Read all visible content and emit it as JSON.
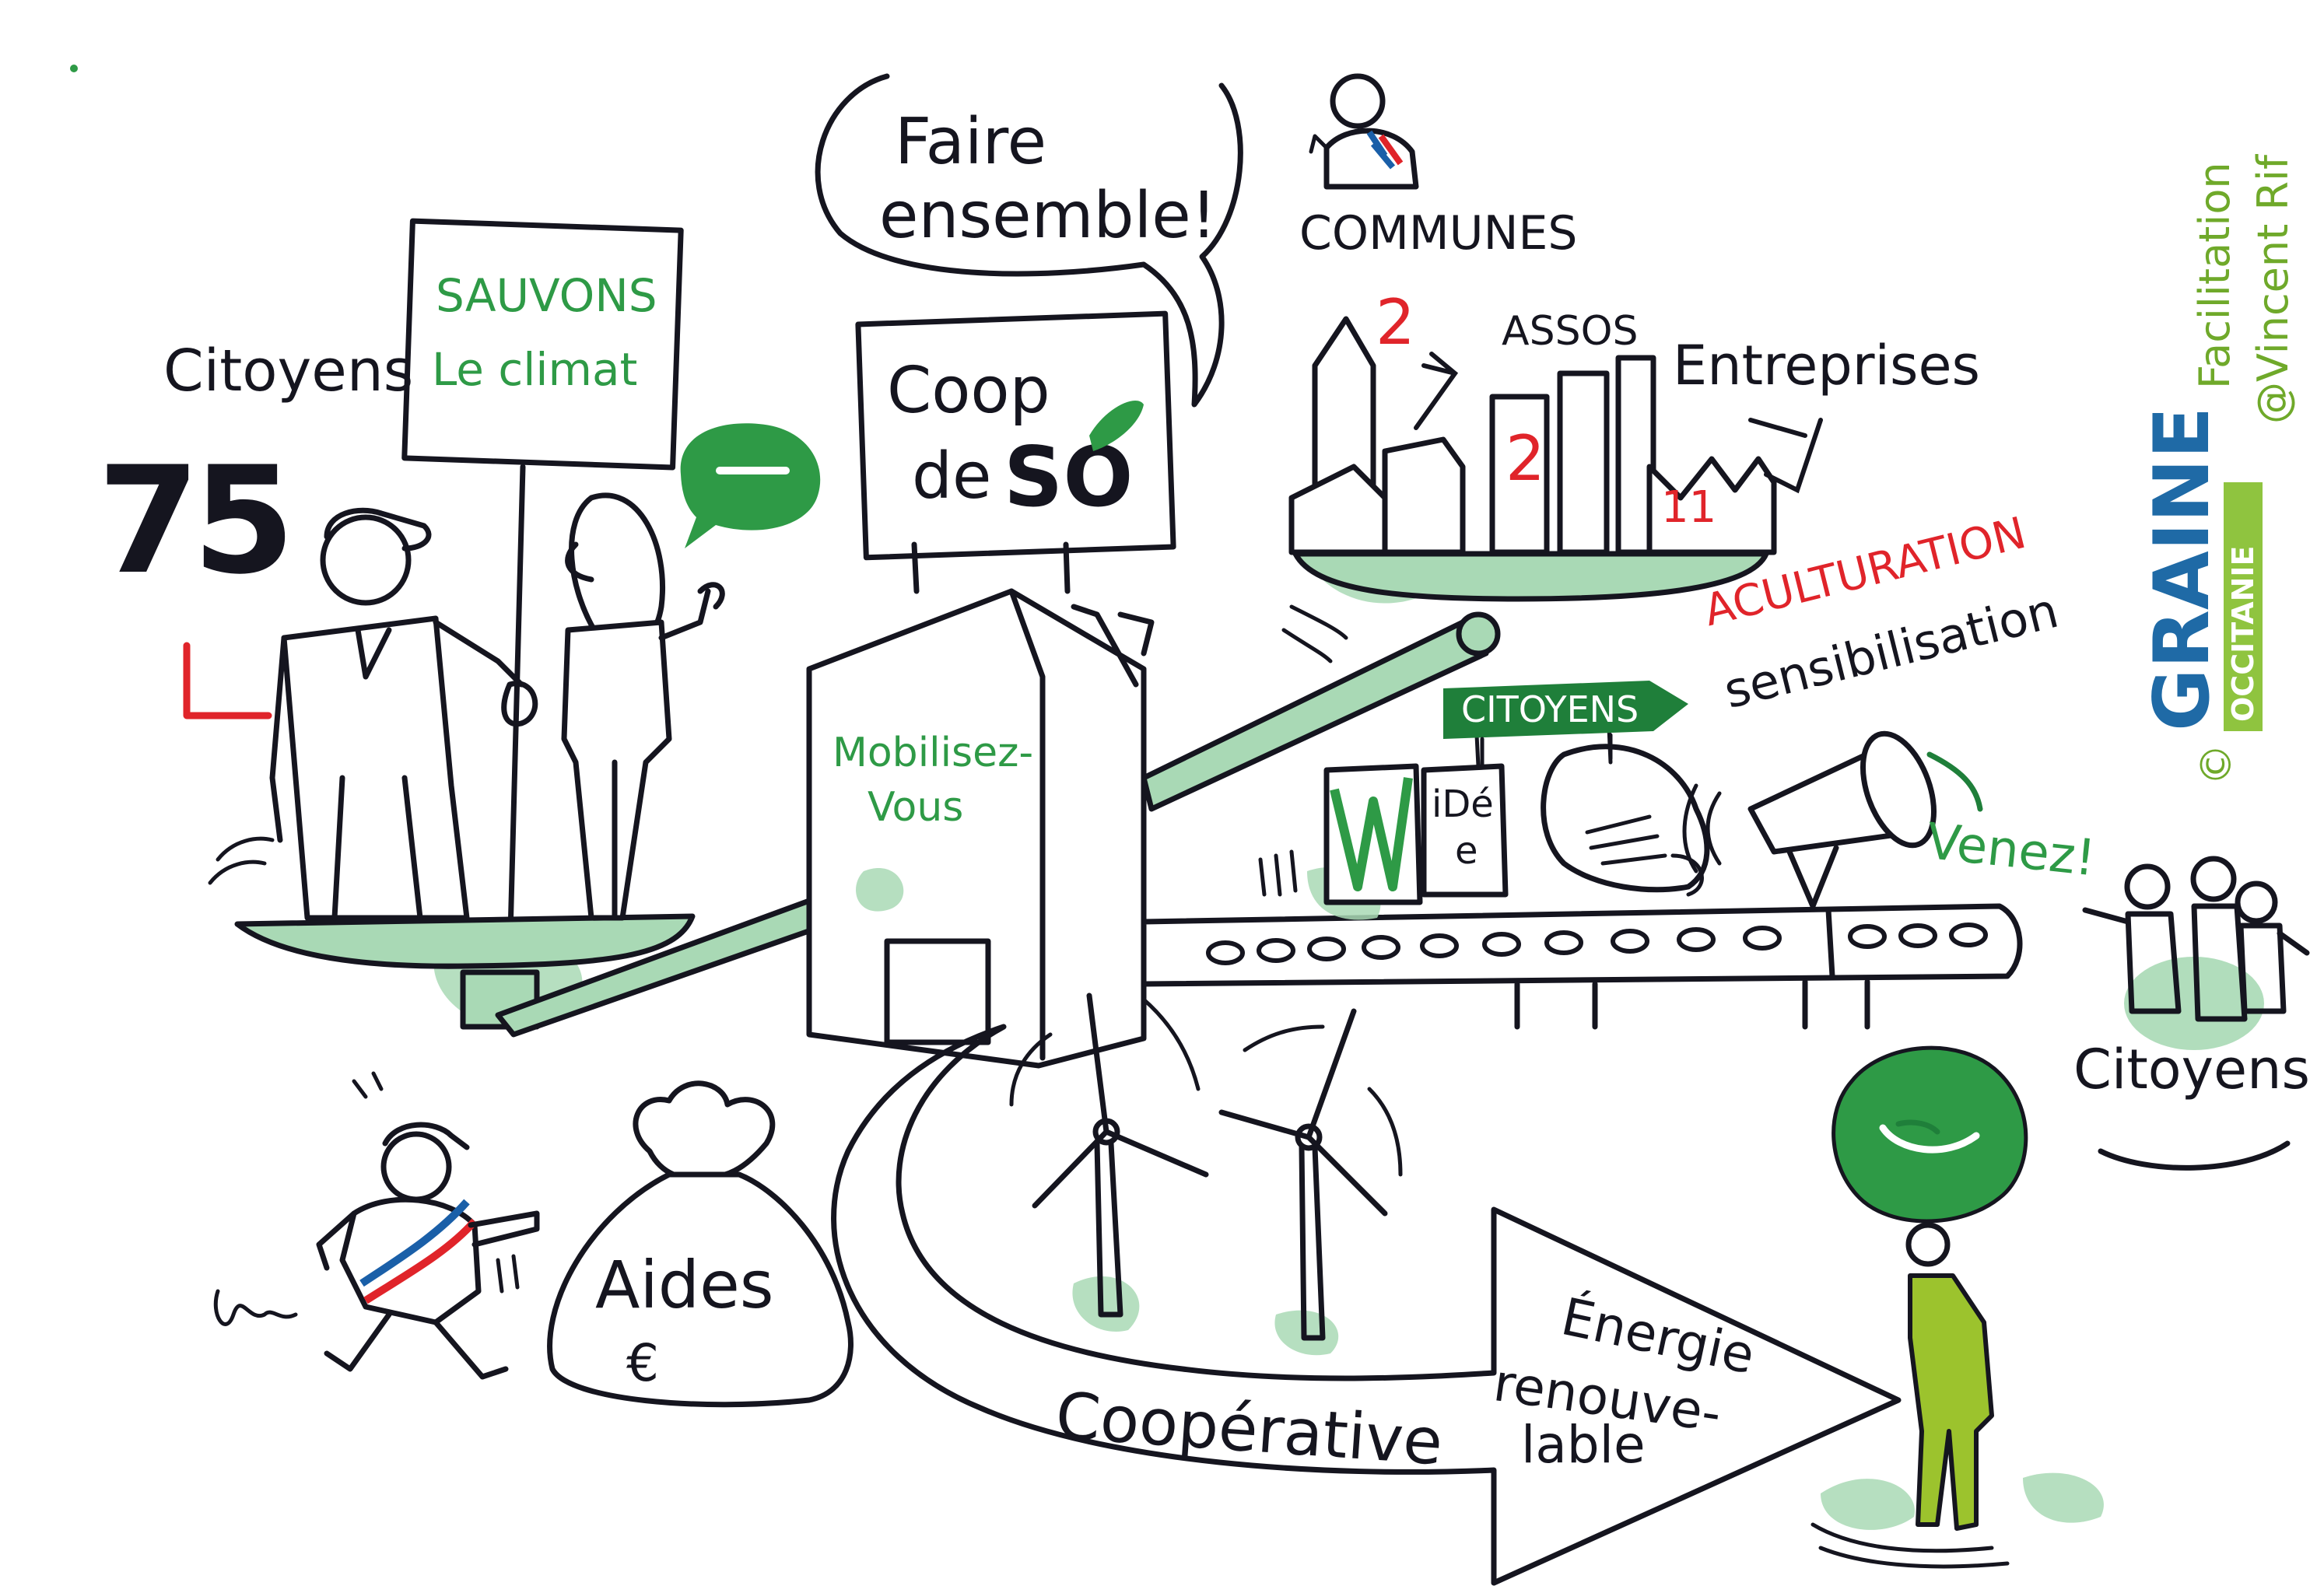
{
  "speech": {
    "line1": "Faire",
    "line2": "ensemble!"
  },
  "sign_protest": {
    "line1": "SAUVONS",
    "line2": "Le climat"
  },
  "sign_coop": {
    "line1": "Coop",
    "line2": "de",
    "line3": "SO"
  },
  "labels": {
    "citoyens_left": "Citoyens",
    "count_citoyens": "75",
    "communes": "COMMUNES",
    "count_communes": "2",
    "assos": "ASSOS",
    "count_assos": "2",
    "entreprises": "Entreprises",
    "count_entreprises": "11",
    "mobilisez_1": "Mobilisez-",
    "mobilisez_2": "Vous",
    "aculturation": "ACULTURATION",
    "sensibilisation": "sensibilisation",
    "citoyens_arrow": "CITOYENS",
    "idee_1": "iDé",
    "idee_2": "e",
    "venez": "Venez!",
    "citoyens_right": "Citoyens",
    "aides": "Aides",
    "euro": "€",
    "cooperative": "Coopérative",
    "energie_1": "Énergie",
    "energie_2": "renouve-",
    "energie_3": "lable",
    "facilitation_1": "Facilitation",
    "facilitation_2": "@Vincent Rif",
    "copyright": "©"
  },
  "logo": {
    "name": "GRAINE",
    "region": "OCCITANIE"
  },
  "colors": {
    "ink": "#15151f",
    "green": "#2e9a46",
    "green_soft": "#a9d9b5",
    "green_dark": "#1f7f3a",
    "lime": "#9cc32d",
    "red": "#e0242a",
    "blue": "#1a5fa8",
    "graine_blue": "#1f6aa6",
    "graine_green": "#8fc43f"
  }
}
